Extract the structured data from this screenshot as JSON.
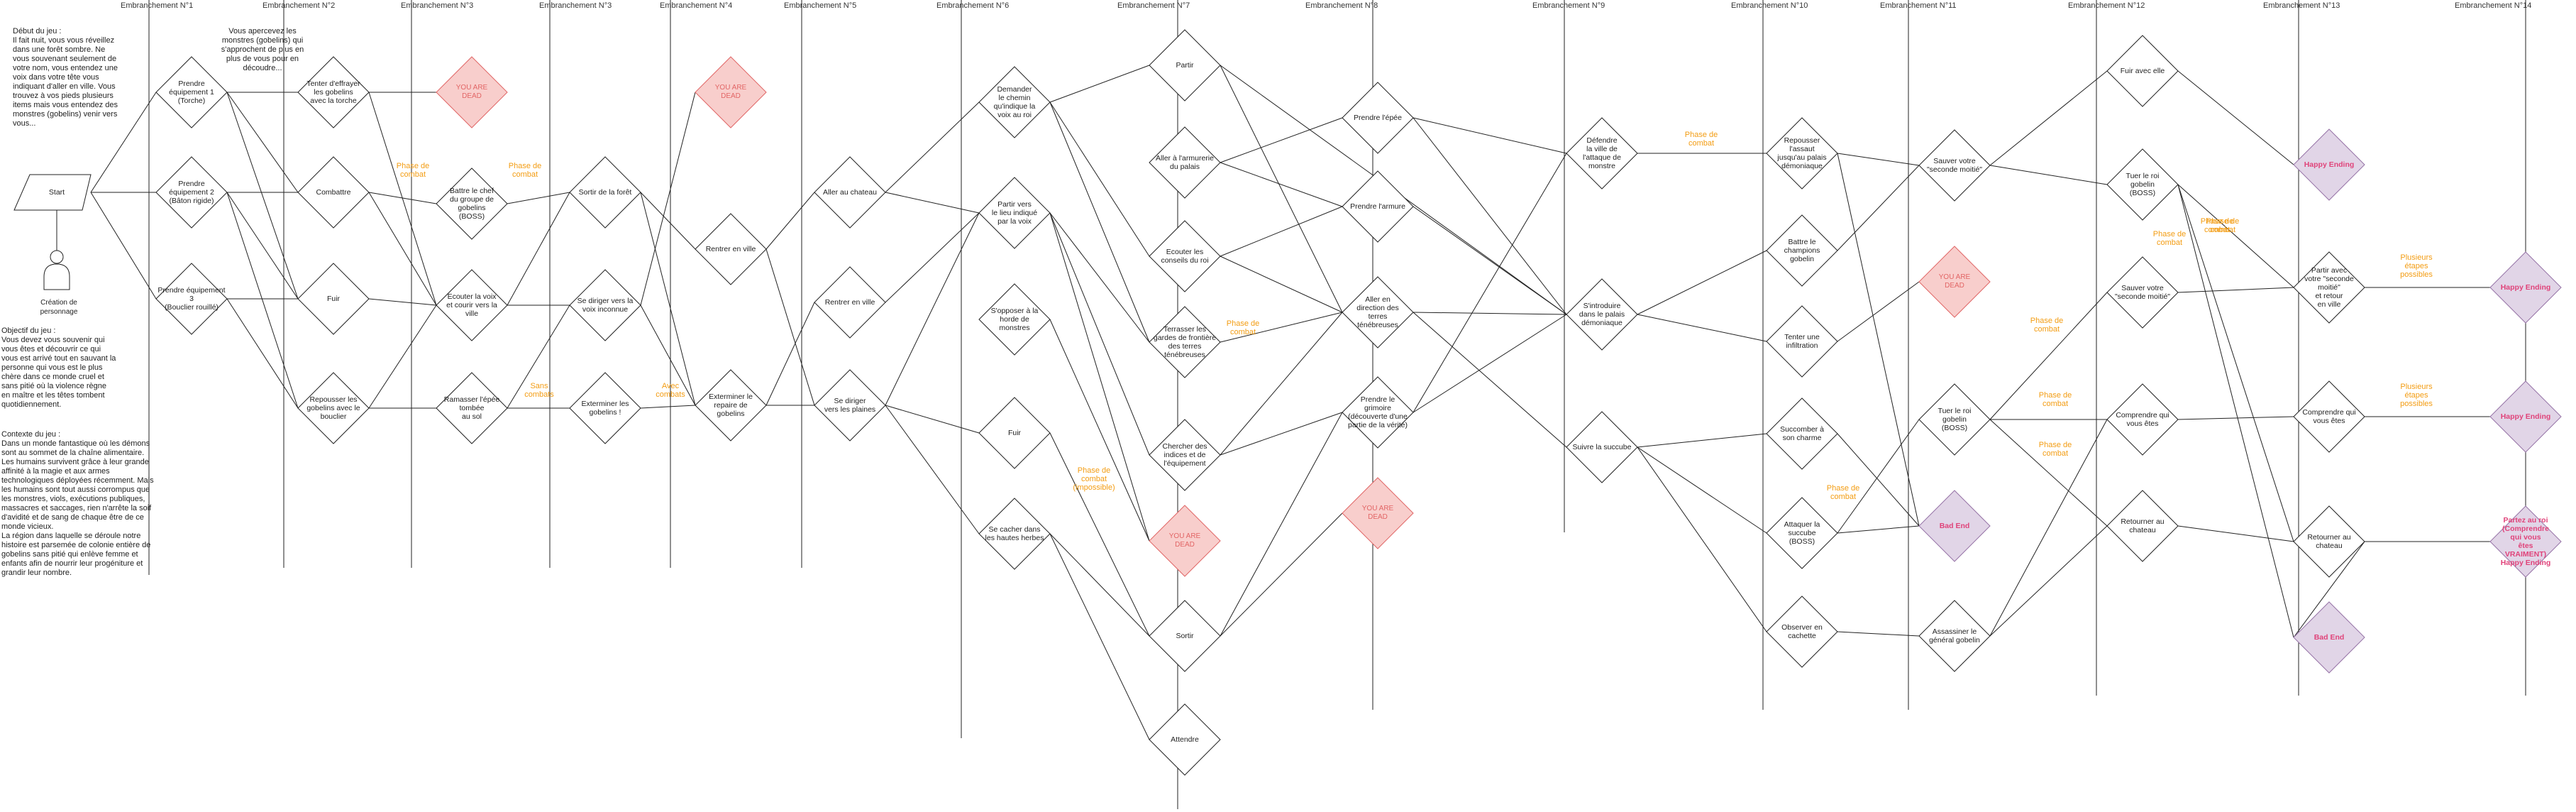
{
  "columns": [
    "Embranchement N°1",
    "Embranchement N°2",
    "Embranchement N°3",
    "Embranchement N°3",
    "Embranchement N°4",
    "Embranchement N°5",
    "Embranchement N°6",
    "Embranchement N°7",
    "Embranchement N°8",
    "Embranchement N°9",
    "Embranchement N°10",
    "Embranchement N°11",
    "Embranchement N°12",
    "Embranchement N°13",
    "Embranchement N°14"
  ],
  "notes": {
    "intro": "Début du jeu :\nIl fait nuit, vous vous réveillez\ndans une forêt sombre. Ne\nvous souvenant seulement de\nvotre nom, vous entendez une\nvoix dans votre tête vous\nindiquant d'aller en ville. Vous\ntrouvez à vos pieds plusieurs\nitems mais vous entendez des\nmonstres (gobelins) venir vers vous...",
    "monsters": "Vous apercevez les\nmonstres (gobelins) qui\ns'approchent de plus en\nplus de vous pour en\ndécoudre...",
    "character": "Création de\npersonnage",
    "objective": "Objectif du jeu :\nVous devez vous souvenir qui\nvous êtes et découvrir ce qui\nvous est arrivé tout en sauvant la\npersonne qui vous est le plus\nchère dans ce monde cruel et\nsans pitié où la violence règne\nen maître et les têtes tombent\nquotidiennement.",
    "context": "Contexte du jeu :\nDans un monde fantastique où les démons\nsont au sommet de la chaîne alimentaire.\nLes humains survivent grâce à leur grande\naffinité à la magie et aux armes\ntechnologiques déployées récemment. Mais\nles humains sont tout aussi corrompus que\nles monstres, viols, exécutions publiques,\nmassacres et saccages, rien n'arrête la soif\nd'avidité et de sang de chaque être de ce\nmonde vicieux.\nLa région dans laquelle se déroule notre\nhistoire est parsemée de colonie entière de\ngobelins sans pitié qui enlève femme et\nenfants afin de nourrir leur progéniture et\ngrandir leur nombre."
  },
  "start_label": "Start",
  "nodes": [
    {
      "id": "n1a",
      "text": "Prendre\néquipement 1\n(Torche)",
      "kind": "normal"
    },
    {
      "id": "n1b",
      "text": "Prendre\néquipement 2\n(Bâton rigide)",
      "kind": "normal"
    },
    {
      "id": "n1c",
      "text": "Prendre équipement 3\n(Bouclier rouillé)",
      "kind": "normal"
    },
    {
      "id": "n2a",
      "text": "Tenter d'effrayer\nles gobelins\navec la torche",
      "kind": "normal"
    },
    {
      "id": "n2b",
      "text": "Combattre",
      "kind": "normal"
    },
    {
      "id": "n2c",
      "text": "Fuir",
      "kind": "normal"
    },
    {
      "id": "n2d",
      "text": "Repousser les\ngobelins avec le\nbouclier",
      "kind": "normal"
    },
    {
      "id": "n3a",
      "text": "YOU ARE\nDEAD",
      "kind": "dead"
    },
    {
      "id": "n3b",
      "text": "Battre le chef\ndu groupe de\ngobelins\n(BOSS)",
      "kind": "normal"
    },
    {
      "id": "n3c",
      "text": "Ecouter la voix\net courir vers la\nville",
      "kind": "normal"
    },
    {
      "id": "n3d",
      "text": "Ramasser l'épée\ntombée\nau sol",
      "kind": "normal"
    },
    {
      "id": "n3e",
      "text": "Sortir de la forêt",
      "kind": "normal"
    },
    {
      "id": "n3f",
      "text": "Se diriger vers la\nvoix inconnue",
      "kind": "normal"
    },
    {
      "id": "n3g",
      "text": "Exterminer les\ngobelins !",
      "kind": "normal"
    },
    {
      "id": "n4a",
      "text": "YOU ARE\nDEAD",
      "kind": "dead"
    },
    {
      "id": "n4b",
      "text": "Rentrer en ville",
      "kind": "normal"
    },
    {
      "id": "n4c",
      "text": "Exterminer le\nrepaire de\ngobelins",
      "kind": "normal"
    },
    {
      "id": "n5a",
      "text": "Aller au chateau",
      "kind": "normal"
    },
    {
      "id": "n5b",
      "text": "Rentrer en ville",
      "kind": "normal"
    },
    {
      "id": "n5c",
      "text": "Se diriger\nvers les plaines",
      "kind": "normal"
    },
    {
      "id": "n6a",
      "text": "Demander\nle chemin\nqu'indique la\nvoix au roi",
      "kind": "normal"
    },
    {
      "id": "n6b",
      "text": "Partir vers\nle lieu indiqué\npar la voix",
      "kind": "normal"
    },
    {
      "id": "n6c",
      "text": "S'opposer à la\nhorde de\nmonstres",
      "kind": "normal"
    },
    {
      "id": "n6d",
      "text": "Fuir",
      "kind": "normal"
    },
    {
      "id": "n6e",
      "text": "Se cacher dans\nles hautes herbes",
      "kind": "normal"
    },
    {
      "id": "n7a",
      "text": "Partir",
      "kind": "normal"
    },
    {
      "id": "n7b",
      "text": "Aller à l'armurerie\ndu palais",
      "kind": "normal"
    },
    {
      "id": "n7c",
      "text": "Ecouter les\nconseils du roi",
      "kind": "normal"
    },
    {
      "id": "n7d",
      "text": "Terrasser les\ngardes de frontière\ndes terres\nténébreuses",
      "kind": "normal"
    },
    {
      "id": "n7e",
      "text": "Chercher des\nindices et de\nl'équipement",
      "kind": "normal"
    },
    {
      "id": "n7f",
      "text": "YOU ARE\nDEAD",
      "kind": "dead"
    },
    {
      "id": "n7g",
      "text": "Sortir",
      "kind": "normal"
    },
    {
      "id": "n7h",
      "text": "Attendre",
      "kind": "normal"
    },
    {
      "id": "n8a",
      "text": "Prendre l'épée",
      "kind": "normal"
    },
    {
      "id": "n8b",
      "text": "Prendre l'armure",
      "kind": "normal"
    },
    {
      "id": "n8c",
      "text": "Aller en\ndirection des\nterres\nténébreuses",
      "kind": "normal"
    },
    {
      "id": "n8d",
      "text": "Prendre le\ngrimoire\n(découverte d'une\npartie de la vérité)",
      "kind": "normal"
    },
    {
      "id": "n8e",
      "text": "YOU ARE\nDEAD",
      "kind": "dead"
    },
    {
      "id": "n9a",
      "text": "Défendre\nla ville de\nl'attaque de\nmonstre",
      "kind": "normal"
    },
    {
      "id": "n9b",
      "text": "S'introduire\ndans le palais\ndémoniaque",
      "kind": "normal"
    },
    {
      "id": "n9c",
      "text": "Suivre la succube",
      "kind": "normal"
    },
    {
      "id": "n10a",
      "text": "Repousser\nl'assaut\njusqu'au palais\ndémoniaque",
      "kind": "normal"
    },
    {
      "id": "n10b",
      "text": "Battre le\nchampions\ngobelin",
      "kind": "normal"
    },
    {
      "id": "n10c",
      "text": "Tenter une\ninfiltration",
      "kind": "normal"
    },
    {
      "id": "n10d",
      "text": "Succomber à\nson charme",
      "kind": "normal"
    },
    {
      "id": "n10e",
      "text": "Attaquer la\nsuccube\n(BOSS)",
      "kind": "normal"
    },
    {
      "id": "n10f",
      "text": "Observer en\ncachette",
      "kind": "normal"
    },
    {
      "id": "n11a",
      "text": "Sauver votre\n\"seconde moitié\"",
      "kind": "normal"
    },
    {
      "id": "n11b",
      "text": "YOU ARE\nDEAD",
      "kind": "dead"
    },
    {
      "id": "n11c",
      "text": "Tuer le roi\ngobelin\n(BOSS)",
      "kind": "normal"
    },
    {
      "id": "n11d",
      "text": "Bad End",
      "kind": "end"
    },
    {
      "id": "n11e",
      "text": "Assassiner le\ngénéral gobelin",
      "kind": "normal"
    },
    {
      "id": "n12a",
      "text": "Fuir avec elle",
      "kind": "normal"
    },
    {
      "id": "n12b",
      "text": "Tuer le roi\ngobelin\n(BOSS)",
      "kind": "normal"
    },
    {
      "id": "n12c",
      "text": "Sauver votre\n\"seconde moitié\"",
      "kind": "normal"
    },
    {
      "id": "n12d",
      "text": "Comprendre qui\nvous êtes",
      "kind": "normal"
    },
    {
      "id": "n12e",
      "text": "Retourner au\nchateau",
      "kind": "normal"
    },
    {
      "id": "n13a",
      "text": "Happy Ending",
      "kind": "end"
    },
    {
      "id": "n13b",
      "text": "Partir avec\nvotre \"seconde\nmoitié\"\net retour\nen ville",
      "kind": "normal"
    },
    {
      "id": "n13c",
      "text": "Comprendre qui\nvous êtes",
      "kind": "normal"
    },
    {
      "id": "n13d",
      "text": "Retourner au\nchateau",
      "kind": "normal"
    },
    {
      "id": "n13e",
      "text": "Bad End",
      "kind": "end"
    },
    {
      "id": "n14a",
      "text": "Happy Ending",
      "kind": "end"
    },
    {
      "id": "n14b",
      "text": "Happy Ending",
      "kind": "end"
    },
    {
      "id": "n14c",
      "text": "Partez au roi\n(Comprendre qui vous\nêtes VRAIMENT)\nHappy Ending",
      "kind": "end"
    }
  ],
  "edge_labels": [
    {
      "id": "c1",
      "text": "Phase de\ncombat"
    },
    {
      "id": "c2",
      "text": "Phase de\ncombat"
    },
    {
      "id": "c3",
      "text": "Sans\ncombats"
    },
    {
      "id": "c4",
      "text": "Avec\ncombats"
    },
    {
      "id": "c5",
      "text": "Phase de\ncombat"
    },
    {
      "id": "c6",
      "text": "Phase de\ncombat\n(impossible)"
    },
    {
      "id": "c7",
      "text": "Phase de\ncombat"
    },
    {
      "id": "c8",
      "text": "Phase de\ncombat"
    },
    {
      "id": "c9",
      "text": "Phase de\ncombat"
    },
    {
      "id": "c10",
      "text": "Phase de\ncombat"
    },
    {
      "id": "c11",
      "text": "Phase de\ncombat"
    },
    {
      "id": "c12",
      "text": "Phase de\ncombat"
    },
    {
      "id": "c13",
      "text": "Phase de\ncombat"
    },
    {
      "id": "c14",
      "text": "Phase de\ncombat"
    },
    {
      "id": "c15",
      "text": "Plusieurs\nétapes\npossibles"
    },
    {
      "id": "c16",
      "text": "Plusieurs\nétapes\npossibles"
    }
  ],
  "colors": {
    "line": "#222222",
    "dead_fill": "#f8cecc",
    "dead_stroke": "#e06666",
    "end_fill": "#e1d5e7",
    "end_stroke": "#9673a6",
    "combat": "#f39c12"
  }
}
